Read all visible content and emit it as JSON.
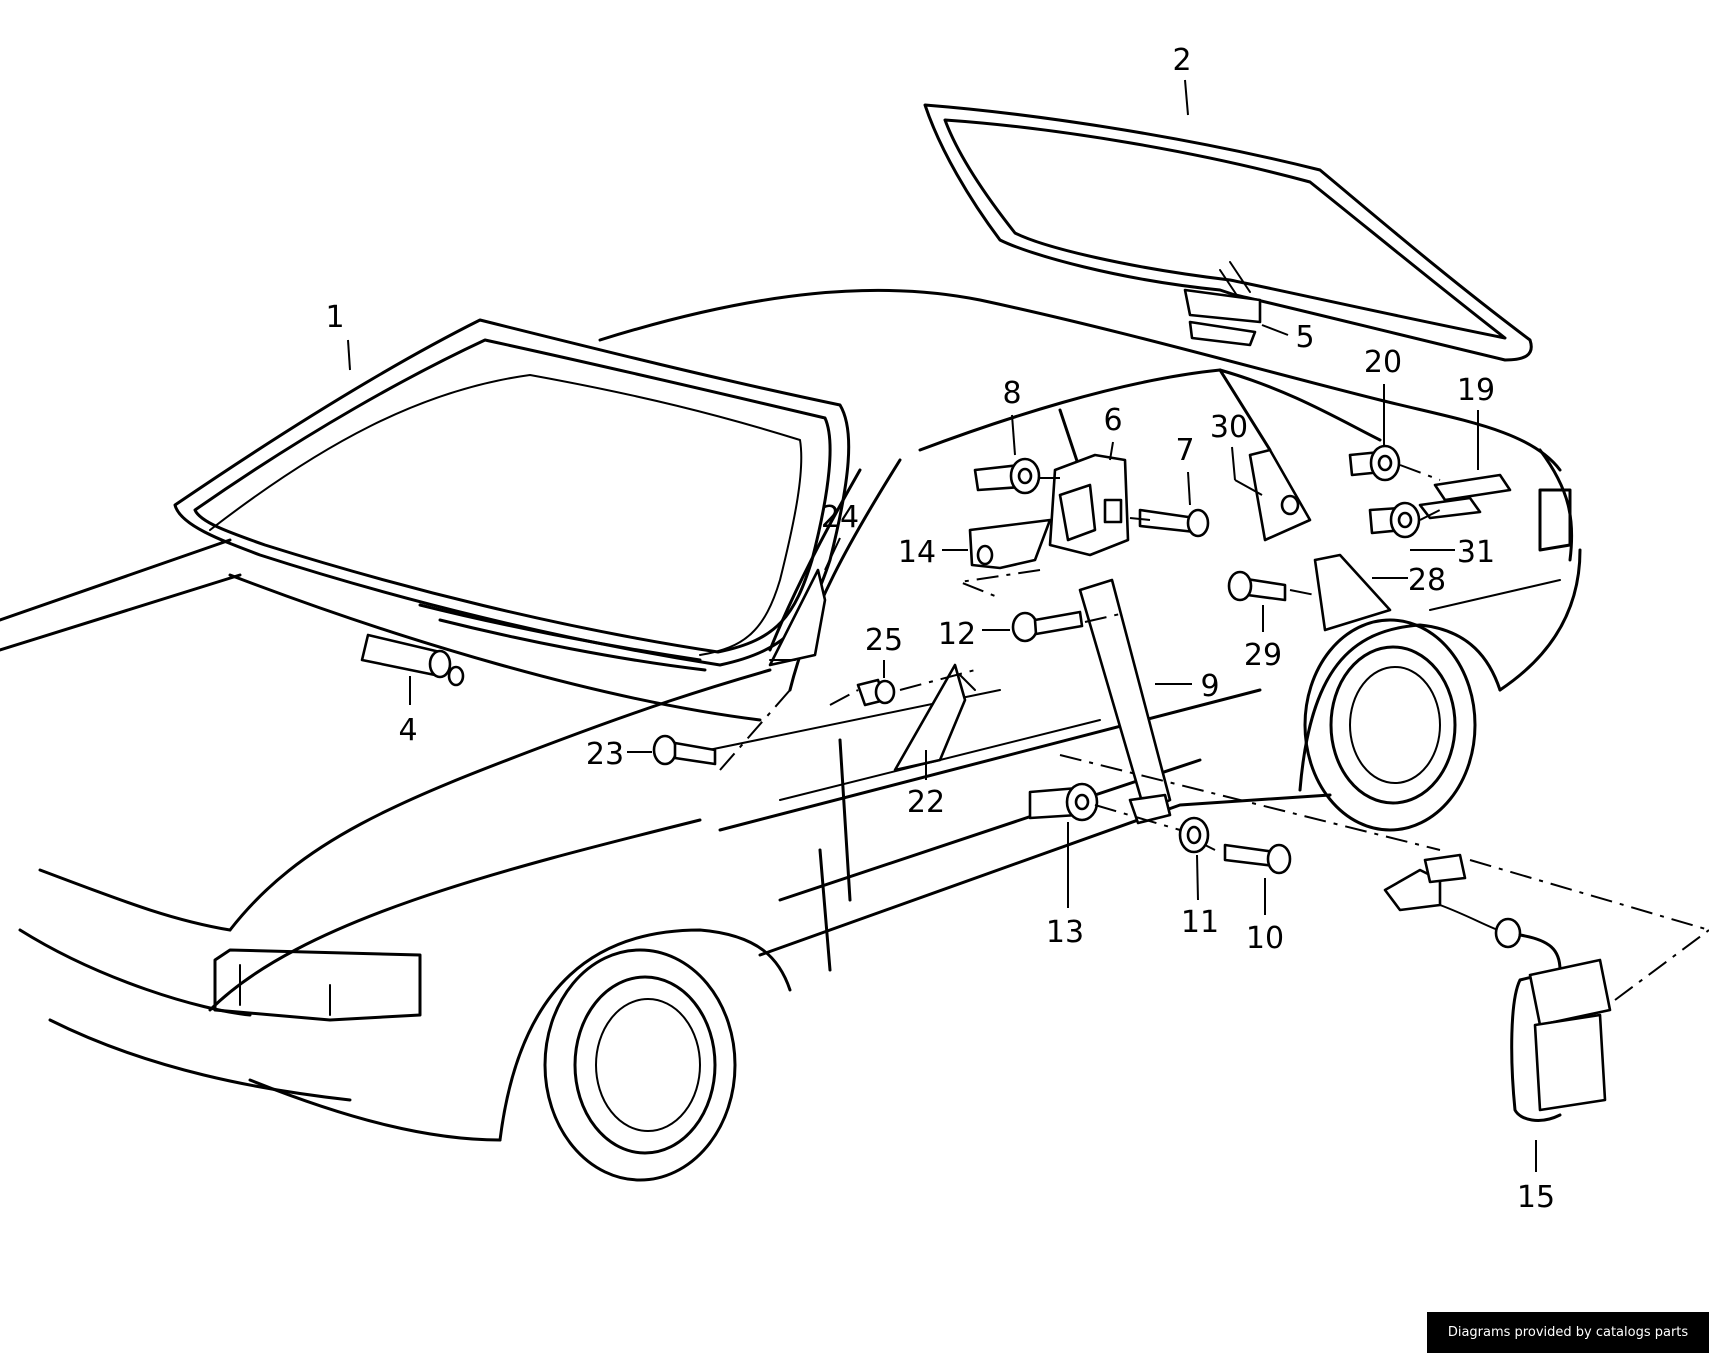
{
  "credit": "Diagrams provided by catalogs parts",
  "callouts": [
    {
      "label": "1"
    },
    {
      "label": "2"
    },
    {
      "label": "4"
    },
    {
      "label": "5"
    },
    {
      "label": "6"
    },
    {
      "label": "7"
    },
    {
      "label": "8"
    },
    {
      "label": "9"
    },
    {
      "label": "10"
    },
    {
      "label": "11"
    },
    {
      "label": "12"
    },
    {
      "label": "13"
    },
    {
      "label": "14"
    },
    {
      "label": "15"
    },
    {
      "label": "19"
    },
    {
      "label": "20"
    },
    {
      "label": "22"
    },
    {
      "label": "23"
    },
    {
      "label": "24"
    },
    {
      "label": "25"
    },
    {
      "label": "28"
    },
    {
      "label": "29"
    },
    {
      "label": "30"
    },
    {
      "label": "31"
    }
  ]
}
